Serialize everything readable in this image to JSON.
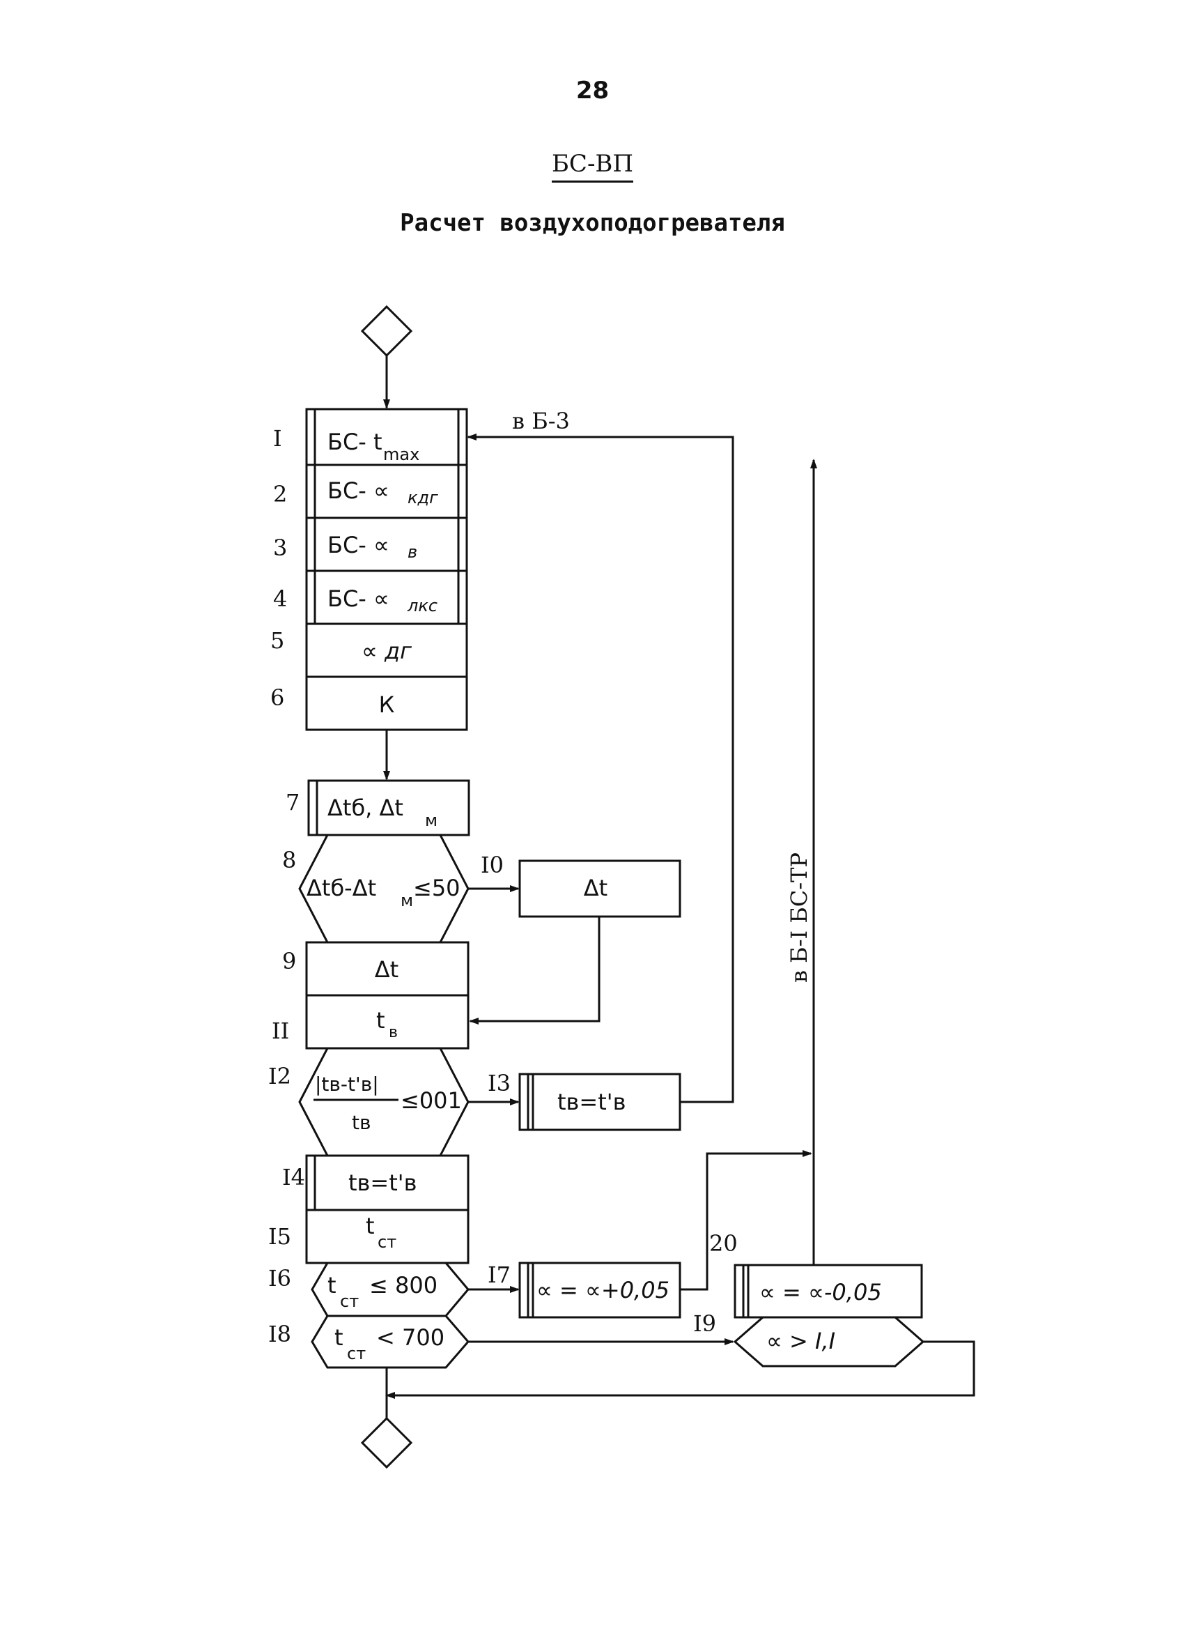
{
  "header": {
    "page_number": "28",
    "code": "БС-ВП",
    "title": "Расчет воздухоподогревателя"
  },
  "flowchart": {
    "blocks": {
      "b1": "БС- t",
      "b1_sub": "max",
      "b2": "БС- ∝",
      "b2_sub": "кдг",
      "b3": "БС- ∝",
      "b3_sub": "в",
      "b4": "БС- ∝",
      "b4_sub": "лкс",
      "b5": "∝ дг",
      "b6": "К",
      "b7": "Δtб, Δt",
      "b7_sub": "м",
      "b8": "Δtб-Δt",
      "b8_sub": "м",
      "b8_tail": "≤50",
      "b9": "Δt",
      "b10": "Δt",
      "b11": "t",
      "b11_sub": "в",
      "b12_num": "|tв-t'в|",
      "b12_den": "tв",
      "b12_tail": "≤001",
      "b13": "tв=t'в",
      "b14": "tв=t'в",
      "b15": "t",
      "b15_sub": "ст",
      "b16": "t",
      "b16_sub": "ст",
      "b16_tail": "≤ 800",
      "b17": "∝ = ∝+0,05",
      "b18": "t",
      "b18_sub": "ст",
      "b18_tail": "< 700",
      "b19": "∝ > I,I",
      "b20": "∝ = ∝-0,05"
    },
    "numbers": [
      "I",
      "2",
      "3",
      "4",
      "5",
      "6",
      "7",
      "8",
      "9",
      "I0",
      "II",
      "I2",
      "I3",
      "I4",
      "I5",
      "I6",
      "I7",
      "I8",
      "I9",
      "20"
    ],
    "connector_labels": {
      "to_b3": "в Б-3",
      "to_b1_bctr": "в Б-I  БС-ТР"
    }
  }
}
